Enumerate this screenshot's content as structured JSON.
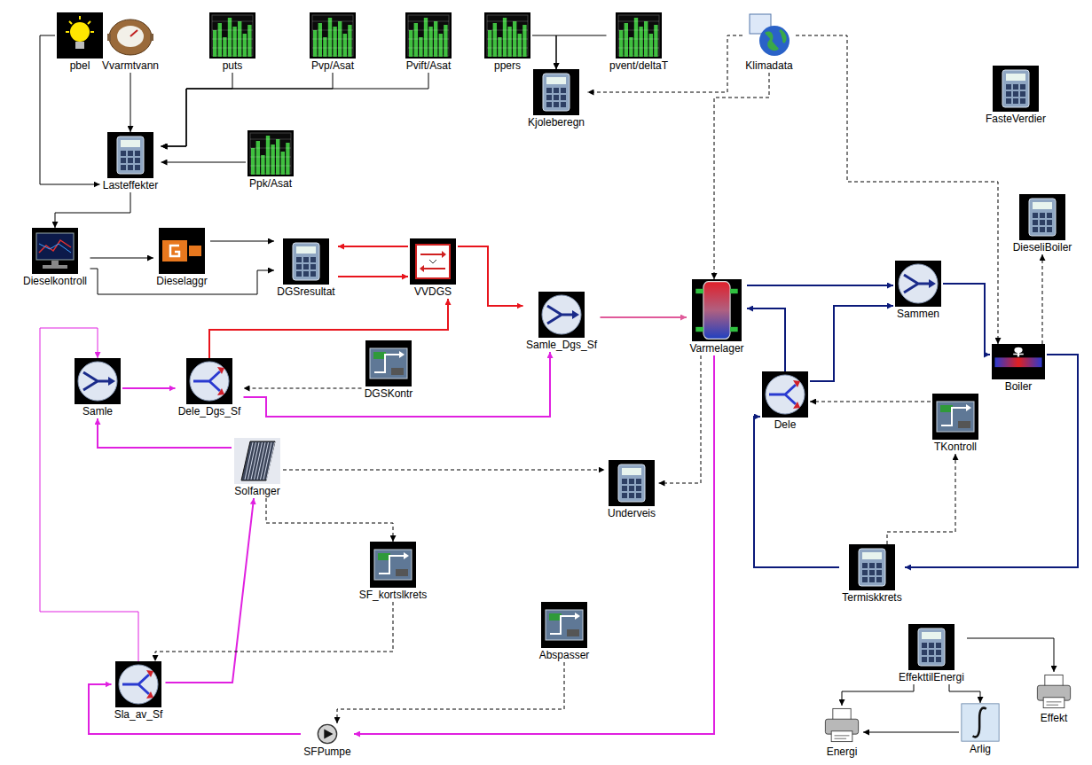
{
  "diagram": {
    "nodes": [
      {
        "text": [
          "pbel"
        ]
      },
      {
        "text": [
          "Vvarmtvann"
        ]
      },
      {
        "text": [
          "puts"
        ]
      },
      {
        "text": [
          "Pvp/Asat"
        ]
      },
      {
        "text": [
          "Pvift/Asat"
        ]
      },
      {
        "text": [
          "ppers"
        ]
      },
      {
        "text": [
          "pvent/deltaT"
        ]
      },
      {
        "text": [
          "Klimadata"
        ]
      },
      {
        "text": [
          "FasteVerdier"
        ]
      },
      {
        "text": [
          "Kjoleberegn"
        ]
      },
      {
        "text": [
          "Lasteffekter"
        ]
      },
      {
        "text": [
          "Ppk/Asat"
        ]
      },
      {
        "text": [
          "Dieselkontroll"
        ]
      },
      {
        "text": [
          "Dieselaggr"
        ]
      },
      {
        "text": [
          "DGSresultat"
        ]
      },
      {
        "text": [
          "VVDGS"
        ]
      },
      {
        "text": [
          "Samle_Dgs_Sf"
        ]
      },
      {
        "text": [
          "Varmelager"
        ]
      },
      {
        "text": [
          "Sammen"
        ]
      },
      {
        "text": [
          "DieseliBoiler"
        ]
      },
      {
        "text": [
          "Boiler"
        ]
      },
      {
        "text": [
          "Samle"
        ]
      },
      {
        "text": [
          "Dele_Dgs_Sf"
        ]
      },
      {
        "text": [
          "DGSKontr"
        ]
      },
      {
        "text": [
          "Dele"
        ]
      },
      {
        "text": [
          "TKontroll"
        ]
      },
      {
        "text": [
          "Solfanger"
        ]
      },
      {
        "text": [
          "Underveis"
        ]
      },
      {
        "text": [
          "SF_kortslkrets"
        ]
      },
      {
        "text": [
          "Abspasser"
        ]
      },
      {
        "text": [
          "Termiskkrets"
        ]
      },
      {
        "text": [
          "EffekttilEnergi"
        ]
      },
      {
        "text": [
          "Effekt"
        ]
      },
      {
        "text": [
          "Sla_av_Sf"
        ]
      },
      {
        "text": [
          "SFPumpe"
        ]
      },
      {
        "text": [
          "Energi"
        ]
      },
      {
        "text": [
          "Arlig"
        ]
      }
    ],
    "edges": [
      {
        "from": 0,
        "to": 10,
        "arrow": "to"
      },
      {
        "from": 1,
        "to": 10,
        "arrow": "to"
      },
      {
        "from": 2,
        "to": 10,
        "arrow": "to"
      },
      {
        "from": 3,
        "to": 10,
        "arrow": "to"
      },
      {
        "from": 4,
        "to": 10,
        "arrow": "to"
      },
      {
        "from": 11,
        "to": 10,
        "arrow": "to"
      },
      {
        "from": 5,
        "to": 9,
        "arrow": "to"
      },
      {
        "from": 6,
        "to": 9,
        "arrow": "to"
      },
      {
        "from": 10,
        "to": 12,
        "arrow": "to"
      },
      {
        "from": 12,
        "to": 13,
        "arrow": "to"
      },
      {
        "from": 12,
        "to": 14,
        "arrow": "to"
      },
      {
        "from": 13,
        "to": 14,
        "arrow": "to"
      },
      {
        "from": 15,
        "to": 14,
        "arrow": "to"
      },
      {
        "from": 14,
        "to": 15,
        "arrow": "to"
      },
      {
        "from": 15,
        "to": 16,
        "arrow": "to"
      },
      {
        "from": 22,
        "to": 15,
        "arrow": "to"
      },
      {
        "from": 22,
        "to": 16,
        "arrow": "to"
      },
      {
        "from": 16,
        "to": 17,
        "arrow": "to"
      },
      {
        "from": 21,
        "to": 22,
        "arrow": "to"
      },
      {
        "from": 26,
        "to": 21,
        "arrow": "to"
      },
      {
        "from": 17,
        "to": 34,
        "arrow": "to"
      },
      {
        "from": 34,
        "to": 33,
        "arrow": "to"
      },
      {
        "from": 33,
        "to": 26,
        "arrow": "to"
      },
      {
        "from": 33,
        "to": 21,
        "arrow": "to"
      },
      {
        "from": 17,
        "to": 18,
        "arrow": "to"
      },
      {
        "from": 24,
        "to": 17,
        "arrow": "to"
      },
      {
        "from": 24,
        "to": 18,
        "arrow": "to"
      },
      {
        "from": 18,
        "to": 20,
        "arrow": "to"
      },
      {
        "from": 20,
        "to": 30,
        "arrow": "to"
      },
      {
        "from": 30,
        "to": 24,
        "arrow": "to"
      },
      {
        "from": 31,
        "to": 32,
        "arrow": "to"
      },
      {
        "from": 31,
        "to": 36,
        "arrow": "to"
      },
      {
        "from": 36,
        "to": 35,
        "arrow": "to"
      },
      {
        "from": 31,
        "to": 35,
        "arrow": "to"
      },
      {
        "from": 7,
        "to": 9,
        "arrow": "to"
      },
      {
        "from": 7,
        "to": 17,
        "arrow": "to"
      },
      {
        "from": 7,
        "to": 20,
        "arrow": "to"
      },
      {
        "from": 23,
        "to": 22,
        "arrow": "to"
      },
      {
        "from": 25,
        "to": 24,
        "arrow": "to"
      },
      {
        "from": 30,
        "to": 25,
        "arrow": "to"
      },
      {
        "from": 28,
        "to": 33,
        "arrow": "to"
      },
      {
        "from": 29,
        "to": 34,
        "arrow": "to"
      },
      {
        "from": 26,
        "to": 27,
        "arrow": "to"
      },
      {
        "from": 17,
        "to": 27,
        "arrow": "to"
      },
      {
        "from": 26,
        "to": 28,
        "arrow": "to"
      },
      {
        "from": 20,
        "to": 19,
        "arrow": "to"
      }
    ]
  }
}
